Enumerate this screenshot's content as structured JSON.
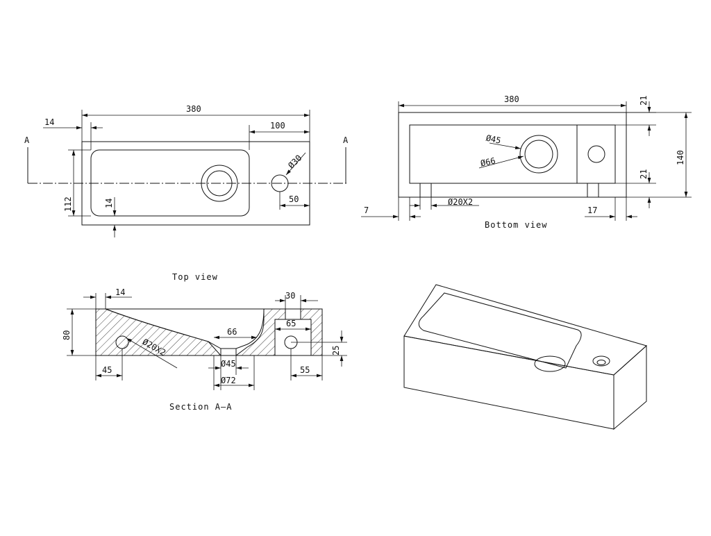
{
  "colors": {
    "line": "#111111",
    "background": "#ffffff"
  },
  "top_view": {
    "caption": "Top view",
    "section_marks": [
      "A",
      "A"
    ],
    "dims": {
      "length": "380",
      "edge": "14",
      "basin_offset": "100",
      "tap_hole": "30",
      "width": "112",
      "rim": "14",
      "tap_offset": "50"
    }
  },
  "bottom_view": {
    "caption": "Bottom view",
    "dims": {
      "length": "380",
      "top_rim": "21",
      "height": "140",
      "bottom_rim": "21",
      "drain_inner": "45",
      "drain_outer": "66",
      "feet": "20X2",
      "left_offset": "7",
      "right_offset": "17"
    },
    "diameter_symbol": "Ø"
  },
  "section_view": {
    "caption": "Section A–A",
    "dims": {
      "top_edge": "14",
      "right_top": "30",
      "height": "80",
      "drain_width": "66",
      "right_inner": "65",
      "right_height": "25",
      "feet": "20X2",
      "left_bottom": "45",
      "drain_inner": "45",
      "drain_outer": "72",
      "right_bottom": "55"
    },
    "diameter_symbol": "Ø"
  }
}
